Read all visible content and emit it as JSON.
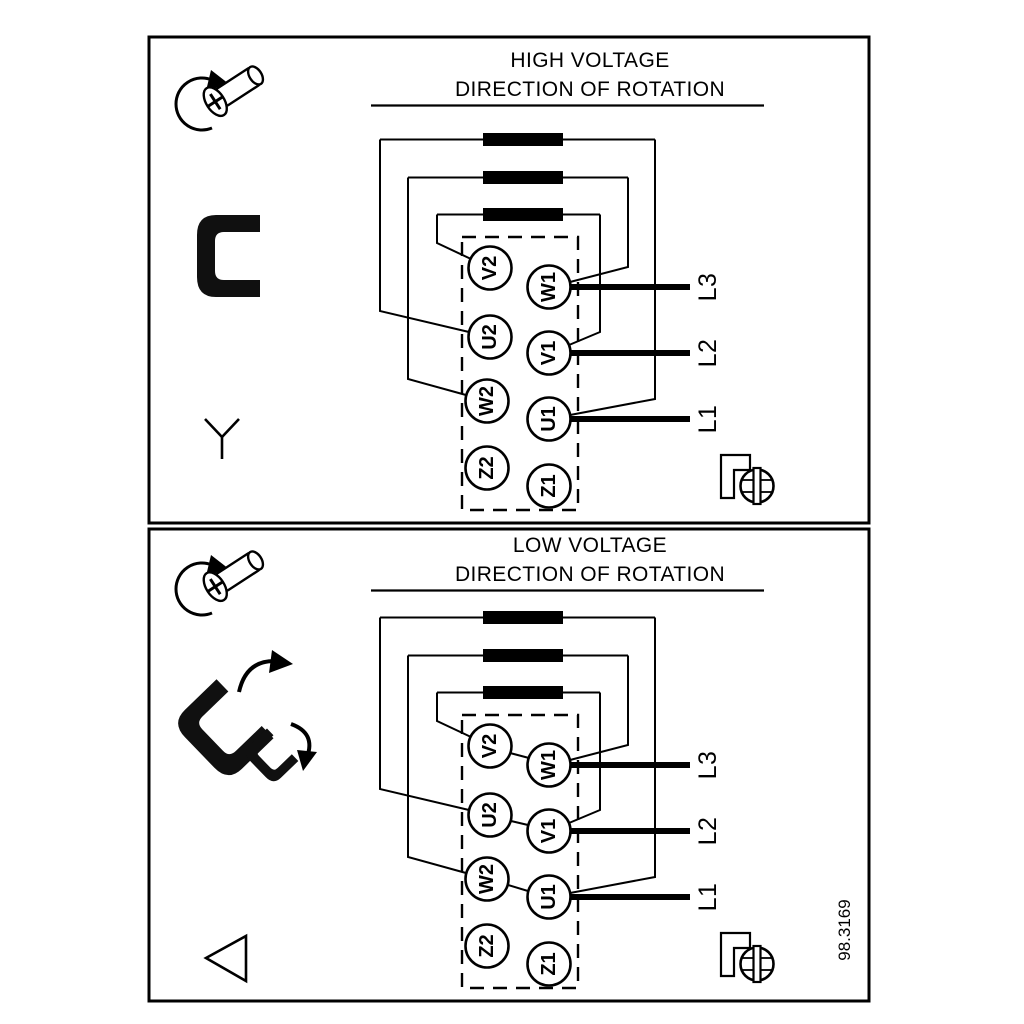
{
  "figure": {
    "drawing_number": "98.3169",
    "colors": {
      "line": "#000000",
      "background": "#ffffff"
    }
  },
  "icons": {
    "screw_rotation": "screw-with-ccw-arrow-icon",
    "high_voltage_jumper": "jumper-bracket-icon",
    "star": "star-connection-symbol",
    "low_voltage_jumper": "angled-jumper-brackets-with-arrows-icon",
    "delta": "delta-connection-symbol",
    "earth_terminal": "earth-terminal-screw-icon"
  },
  "panels": [
    {
      "id": "high-voltage",
      "title_line1": "HIGH VOLTAGE",
      "title_line2": "DIRECTION OF ROTATION",
      "connection": "star",
      "terminals": [
        "V2",
        "W1",
        "U2",
        "V1",
        "W2",
        "U1",
        "Z2",
        "Z1"
      ],
      "supply_lines": [
        "L3",
        "L2",
        "L1"
      ]
    },
    {
      "id": "low-voltage",
      "title_line1": "LOW VOLTAGE",
      "title_line2": "DIRECTION OF ROTATION",
      "connection": "delta",
      "terminals": [
        "V2",
        "W1",
        "U2",
        "V1",
        "W2",
        "U1",
        "Z2",
        "Z1"
      ],
      "supply_lines": [
        "L3",
        "L2",
        "L1"
      ]
    }
  ]
}
